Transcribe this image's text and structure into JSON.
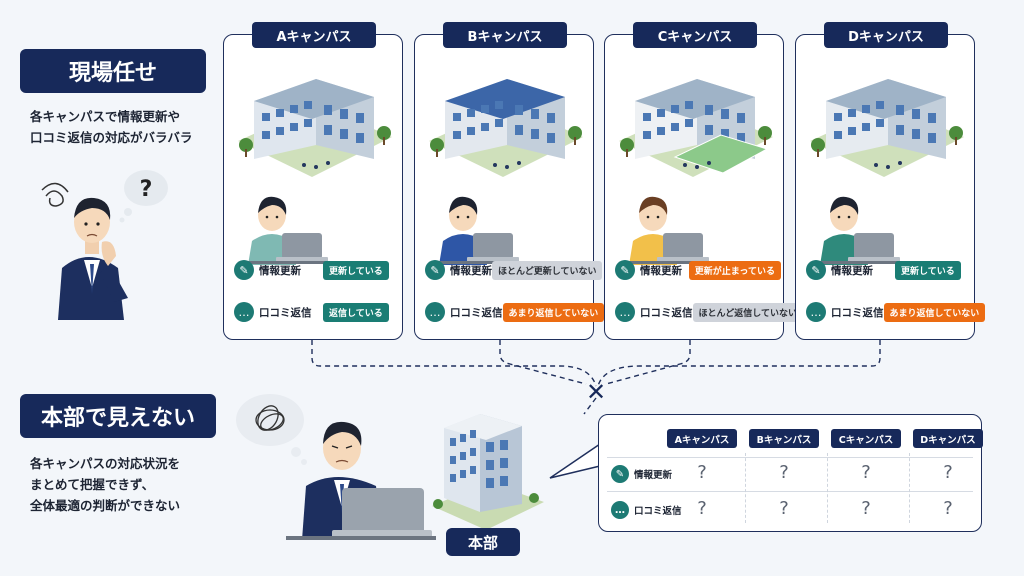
{
  "left_top": {
    "label": "現場任せ",
    "caption_line1": "各キャンパスで情報更新や",
    "caption_line2": "口コミ返信の対応がバラバラ"
  },
  "left_bottom": {
    "label": "本部で見えない",
    "caption_line1": "各キャンパスの対応状況を",
    "caption_line2": "まとめて把握できず、",
    "caption_line3": "全体最適の判断ができない"
  },
  "campuses": [
    {
      "name": "Aキャンパス",
      "rows": [
        {
          "label": "情報更新",
          "status": "更新している",
          "tone": "ok"
        },
        {
          "label": "口コミ返信",
          "status": "返信している",
          "tone": "ok"
        }
      ],
      "shirt": "#7fb9b3"
    },
    {
      "name": "Bキャンパス",
      "rows": [
        {
          "label": "情報更新",
          "status": "ほとんど更新していない",
          "tone": "gray"
        },
        {
          "label": "口コミ返信",
          "status": "あまり返信していない",
          "tone": "warn"
        }
      ],
      "shirt": "#2e56a6"
    },
    {
      "name": "Cキャンパス",
      "rows": [
        {
          "label": "情報更新",
          "status": "更新が止まっている",
          "tone": "warn"
        },
        {
          "label": "口コミ返信",
          "status": "ほとんど返信していない",
          "tone": "gray"
        }
      ],
      "shirt": "#f2c04a"
    },
    {
      "name": "Dキャンパス",
      "rows": [
        {
          "label": "情報更新",
          "status": "更新している",
          "tone": "ok"
        },
        {
          "label": "口コミ返信",
          "status": "あまり返信していない",
          "tone": "warn"
        }
      ],
      "shirt": "#2f8a7c"
    }
  ],
  "hq": {
    "label": "本部"
  },
  "matrix": {
    "headers": [
      "Aキャンパス",
      "Bキャンパス",
      "Cキャンパス",
      "Dキャンパス"
    ],
    "rows": [
      {
        "label": "情報更新",
        "cells": [
          "?",
          "?",
          "?",
          "?"
        ]
      },
      {
        "label": "口コミ返信",
        "cells": [
          "?",
          "?",
          "?",
          "?"
        ]
      }
    ]
  },
  "thought_mark": "?",
  "merge_mark": "✕",
  "colors": {
    "navy": "#17295a",
    "ok": "#1a7d74",
    "warn": "#ec6c12",
    "gray": "#cfd3da"
  }
}
